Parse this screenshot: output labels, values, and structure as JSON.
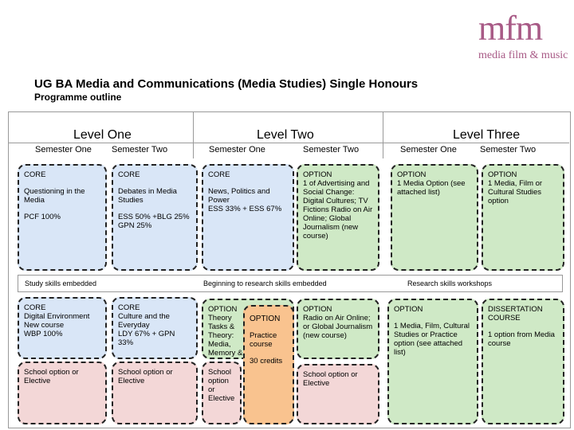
{
  "logo": {
    "mark": "mfm",
    "tagline": "media film & music"
  },
  "title": "UG BA Media and Communications (Media Studies) Single Honours",
  "subtitle": "Programme outline",
  "levels": [
    "Level One",
    "Level Two",
    "Level Three"
  ],
  "semesters": [
    "Semester One",
    "Semester Two",
    "Semester One",
    "Semester Two",
    "Semester One",
    "Semester Two"
  ],
  "boxes": {
    "l1s1": {
      "type": "CORE",
      "name": "Questioning in the Media",
      "assess": "PCF 100%"
    },
    "l1s2": {
      "type": "CORE",
      "name": "Debates in Media Studies",
      "assess": "ESS 50% +BLG 25% GPN 25%"
    },
    "l2s1": {
      "type": "CORE",
      "name": "News, Politics and Power",
      "assess": "ESS 33% + ESS 67%"
    },
    "l2s2": {
      "type": "OPTION",
      "text": "1 of Advertising and Social Change: Digital Cultures; TV Fictions Radio on Air Online; Global Journalism (new course)"
    },
    "l3s1": {
      "type": "OPTION",
      "text": "1 Media Option (see attached list)"
    },
    "l3s2": {
      "type": "OPTION",
      "text": "1 Media, Film or Cultural Studies option"
    },
    "r2l1s1": {
      "type": "CORE",
      "name": "Digital Environment",
      "note": "New course",
      "assess": "WBP 100%"
    },
    "r2l1s2": {
      "type": "CORE",
      "name": "Culture and the Everyday",
      "assess": "LDY 67% + GPN 33%"
    },
    "r2l2s1a": {
      "type": "OPTION",
      "text": "Theory Tasks & Theory: Media, Memory & History"
    },
    "r2l2s1b": {
      "type": "OPTION",
      "text": "Practice course",
      "credits": "30 credits"
    },
    "r2l2s2": {
      "type": "OPTION",
      "text": "Radio on Air Online; or Global Journalism (new course)"
    },
    "r2l3s1": {
      "type": "OPTION",
      "text": "1 Media, Film, Cultural Studies or Practice option (see attached list)"
    },
    "r2l3s2": {
      "type": "DISSERTATION COURSE",
      "text": "1 option from Media course"
    },
    "r3l1s1": {
      "text": "School option or Elective"
    },
    "r3l1s2": {
      "text": "School option or Elective"
    },
    "r3l2s1": {
      "text": "School option or Elective"
    },
    "r3l2s2": {
      "text": "School option or Elective"
    }
  },
  "bands": {
    "l1": "Study skills embedded",
    "l2": "Beginning to research skills embedded",
    "l3": "Research skills workshops"
  },
  "colors": {
    "core": "#d9e6f7",
    "option": "#cfe9c6",
    "elective": "#f3d7d7",
    "practice": "#f9c38f",
    "logo": "#a85a86"
  }
}
